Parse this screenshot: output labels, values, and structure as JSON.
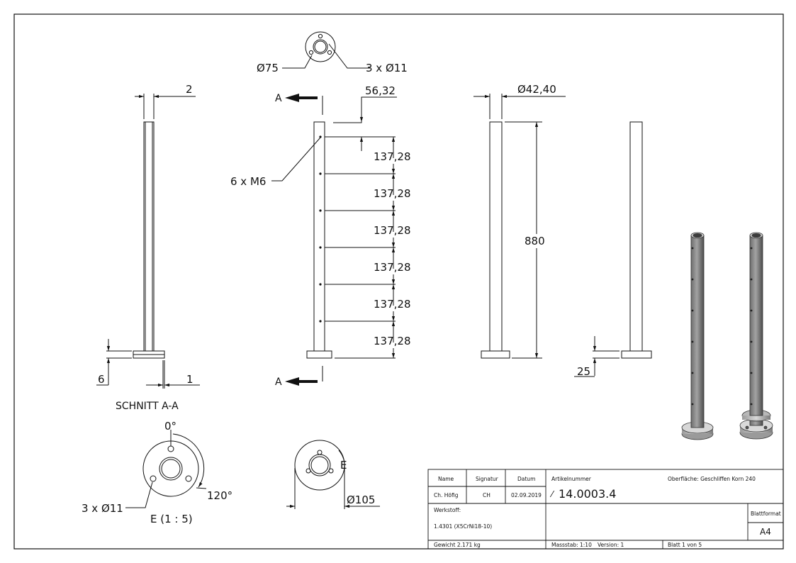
{
  "views": {
    "section": {
      "wall_dim": "2",
      "flange_dim": "6",
      "offset_dim": "1",
      "section_label": "SCHNITT A-A"
    },
    "front": {
      "top_hole_dim": "56,32",
      "hole_spacing": [
        "137,28",
        "137,28",
        "137,28",
        "137,28",
        "137,28",
        "137,28"
      ],
      "holes_label": "6 x M6",
      "section_marker_top": "A",
      "section_marker_bottom": "A"
    },
    "top": {
      "flange_dia": "Ø75",
      "bolt_holes": "3 x Ø11"
    },
    "side": {
      "tube_dia": "Ø42,40",
      "height": "880"
    },
    "rear": {
      "flange_thickness": "25"
    },
    "detail_e": {
      "angle_top": "0°",
      "angle_side": "120°",
      "bolt_holes": "3 x Ø11",
      "label": "E (1 : 5)"
    },
    "bottom": {
      "flange_outer_dia": "Ø105",
      "detail_marker": "E"
    }
  },
  "title_block": {
    "headers": {
      "name": "Name",
      "signature": "Signatur",
      "date": "Datum"
    },
    "row": {
      "name": "Ch. Höfig",
      "signature": "CH",
      "date": "02.09.2019"
    },
    "article_label": "Artikelnummer",
    "article_prefix": "⁄",
    "article_number": "14.0003.4",
    "surface": "Oberfläche:  Geschliffen Korn 240",
    "material_label": "Werkstoff:",
    "material_value": "1.4301 (X5CrNi18-10)",
    "sheet_format_label": "Blattformat",
    "sheet_format": "A4",
    "weight": "Gewicht 2.171 kg",
    "scale": "Massstab: 1:10",
    "version": "Version: 1",
    "sheet": "Blatt 1 von 5"
  },
  "colors": {
    "line": "#111111",
    "metal": "#8f8f8f",
    "metal_dark": "#5a5a5a",
    "metal_light": "#c9c9c9"
  }
}
